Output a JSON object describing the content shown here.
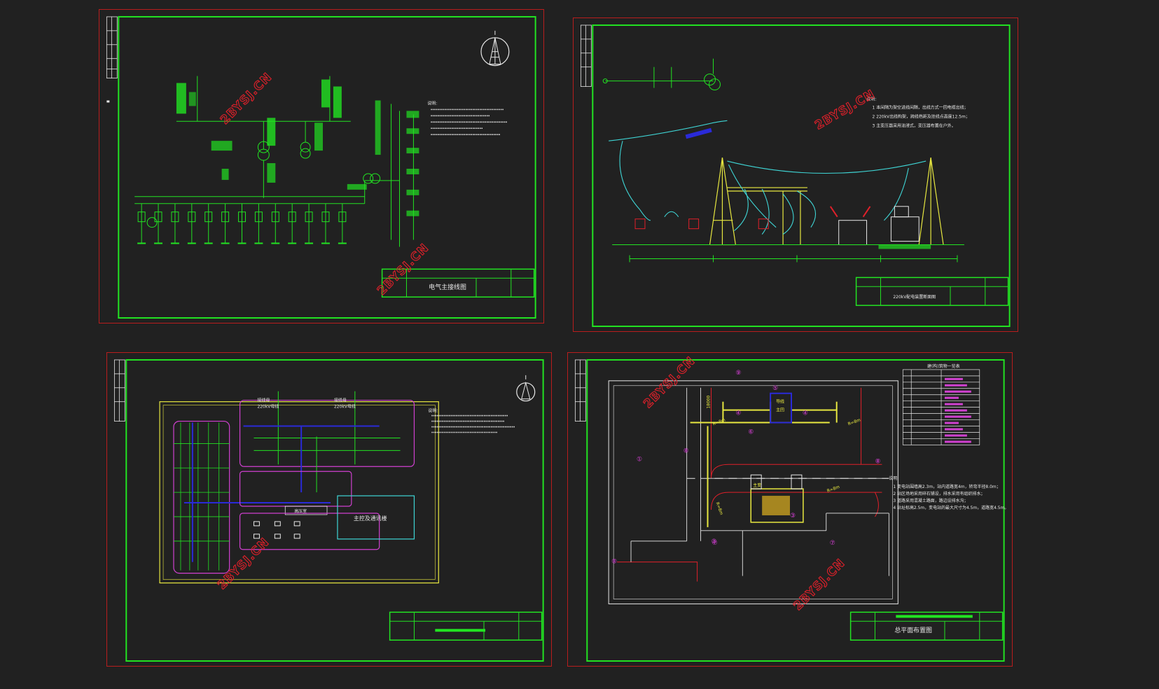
{
  "sheets": [
    {
      "title": "电气主接线图",
      "notes_heading": "说明:"
    },
    {
      "title": "220kV配电装置断面图",
      "notes_heading": "说明:",
      "notes": [
        "1 本间隔为架空进线间隔，出线方式一回电缆出线；",
        "2 220kV出线构架，跨线档距及挂线点高度12.5m；",
        "3 主变压器采用油浸式，变压器布置在户外。"
      ]
    },
    {
      "labels": {
        "bay_left": "接线母",
        "bay_left_sub": "220kV母线",
        "bay_right": "接线母",
        "bay_right_sub": "220kV母线",
        "hv_room": "高压室",
        "control_building": "主控及通讯楼"
      },
      "notes_heading": "说明:"
    },
    {
      "title": "总平面布置图",
      "table_title": "建(构)筑物一览表",
      "notes_heading": "说明:",
      "notes": [
        "1 变电站围墙高2.3m，站内道路宽4m，转弯半径8.0m；",
        "2 站区场地采用碎石铺设，排水采用有组织排水；",
        "3 道路采用混凝土路面，路边设排水沟；",
        "4 站址标高2.5m，变电站的最大尺寸为4.5m，道路宽4.5m。"
      ],
      "labels": {
        "main_transformer": "主变",
        "center_block_a": "导线",
        "center_block_b": "主回",
        "dim_vertical": "18000",
        "radius_1": "R=8m",
        "radius_2": "R=8m",
        "radius_3": "R=8m",
        "radius_4": "R=8m"
      },
      "circled_numbers": [
        "①",
        "②",
        "③",
        "④",
        "④",
        "⑤",
        "⑥",
        "⑦",
        "⑦",
        "⑧",
        "⑧",
        "⑧",
        "⑨"
      ]
    }
  ],
  "watermark": "2BYSJ.CN",
  "colors": {
    "background": "#212121",
    "sheet_border": "#b81d1d",
    "frame": "#22e322",
    "cyan": "#3fd6d6",
    "yellow": "#e8e840",
    "magenta": "#d040d0",
    "blue": "#2a2ad8",
    "red": "#e0202a",
    "white": "#e8e8e8"
  }
}
